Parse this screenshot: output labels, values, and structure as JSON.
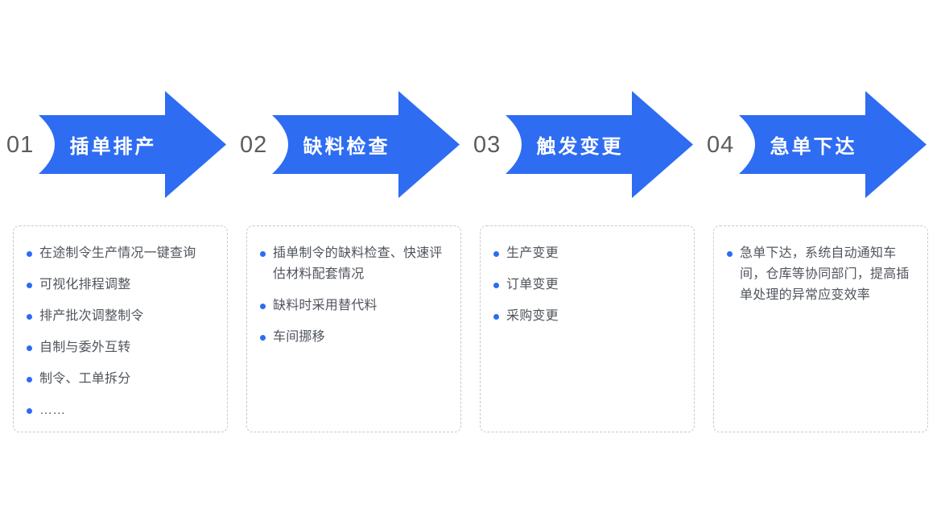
{
  "colors": {
    "arrow_blue": "#2e6cf2",
    "bullet_blue": "#2b6cf4",
    "number_gray": "#5b5c60",
    "text_gray": "#50555d"
  },
  "steps": [
    {
      "number": "01",
      "title": "插单排产",
      "items": [
        "在途制令生产情况一键查询",
        "可视化排程调整",
        "排产批次调整制令",
        "自制与委外互转",
        "制令、工单拆分",
        "……"
      ]
    },
    {
      "number": "02",
      "title": "缺料检查",
      "items": [
        "插单制令的缺料检查、快速评估材料配套情况",
        "缺料时采用替代料",
        "车间挪移"
      ]
    },
    {
      "number": "03",
      "title": "触发变更",
      "items": [
        "生产变更",
        "订单变更",
        "采购变更"
      ]
    },
    {
      "number": "04",
      "title": "急单下达",
      "items": [
        "急单下达，系统自动通知车间，仓库等协同部门，提高插单处理的异常应变效率"
      ]
    }
  ]
}
